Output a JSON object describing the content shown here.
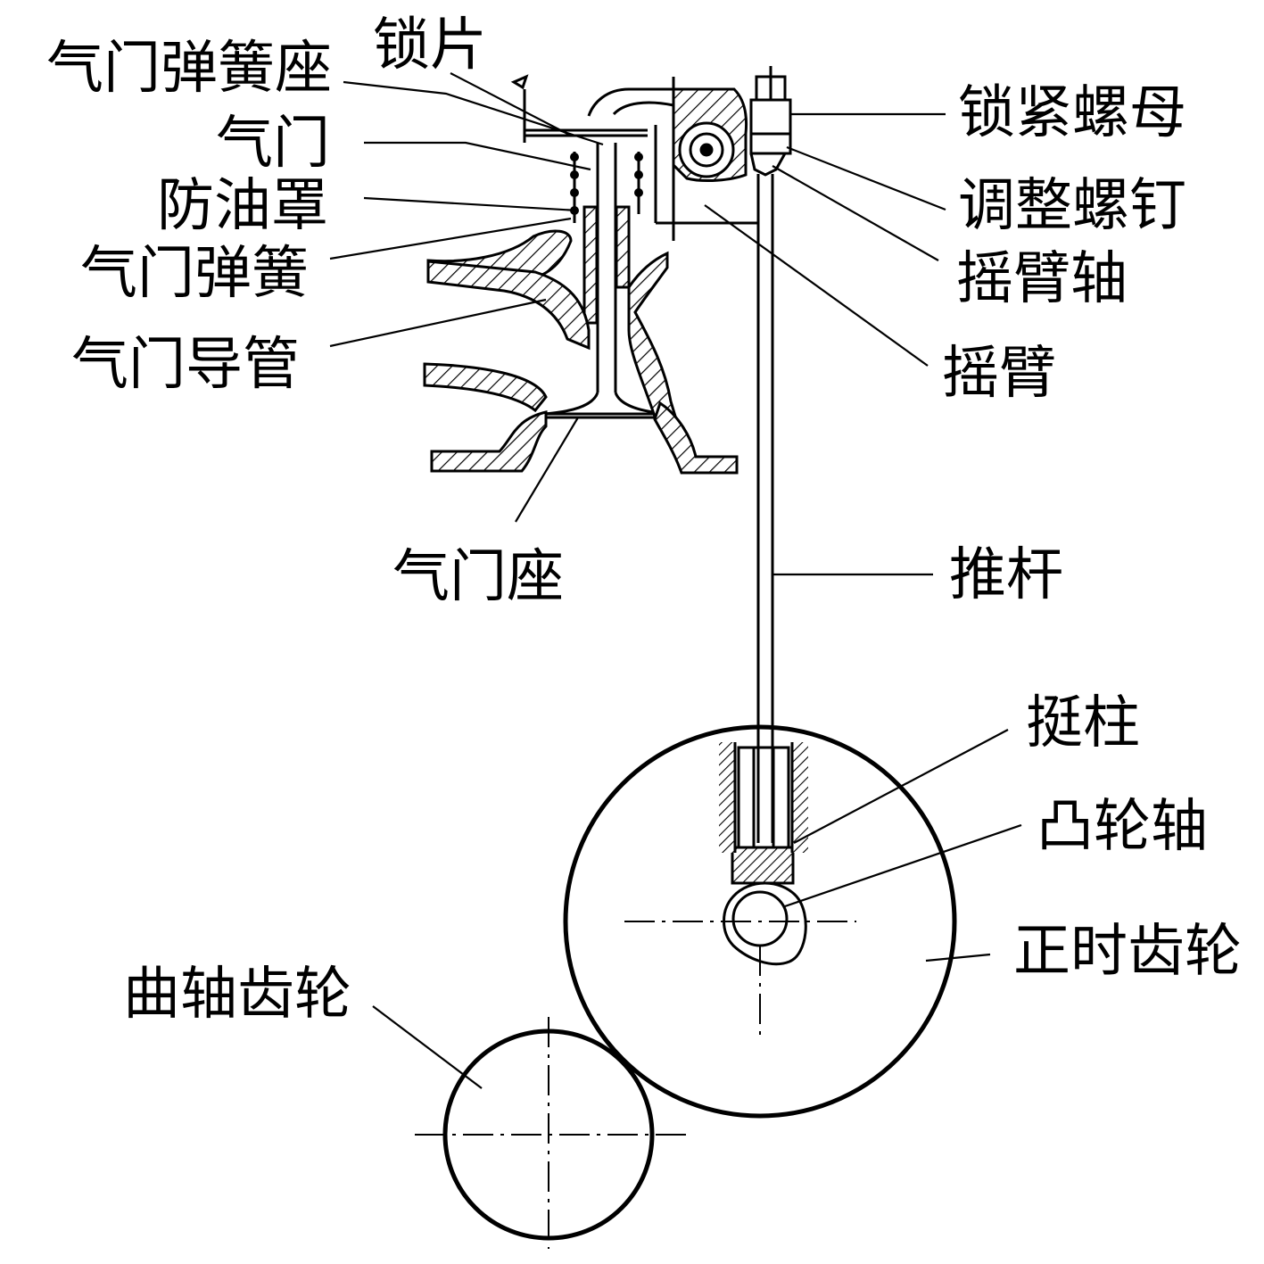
{
  "labels": {
    "spring_seat": "气门弹簧座",
    "lock_piece": "锁片",
    "valve": "气门",
    "oil_shield": "防油罩",
    "valve_spring": "气门弹簧",
    "valve_guide": "气门导管",
    "valve_seat": "气门座",
    "lock_nut": "锁紧螺母",
    "adjust_screw": "调整螺钉",
    "rocker_shaft": "摇臂轴",
    "rocker_arm": "摇臂",
    "push_rod": "推杆",
    "tappet": "挺柱",
    "camshaft": "凸轮轴",
    "timing_gear": "正时齿轮",
    "crank_gear": "曲轴齿轮"
  }
}
